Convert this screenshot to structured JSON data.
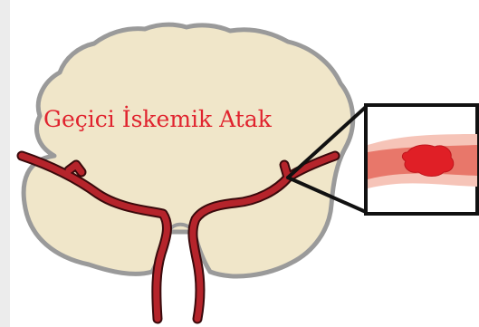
{
  "diagram": {
    "title": "Geçici İskemik Atak",
    "colors": {
      "brain_fill": "#f0e6c9",
      "brain_outline": "#9a9a9a",
      "artery": "#b5242b",
      "artery_outline": "#3a0a0c",
      "vessel_outer": "#f6c4b8",
      "vessel_inner": "#e8776a",
      "clot": "#e01f26",
      "title": "#e0232e",
      "callout_lines": "#111111"
    },
    "icons": {
      "brain": "brain-illustration",
      "artery": "cerebral-artery",
      "clot": "blood-clot",
      "inset": "magnified-blocked-vessel"
    }
  }
}
